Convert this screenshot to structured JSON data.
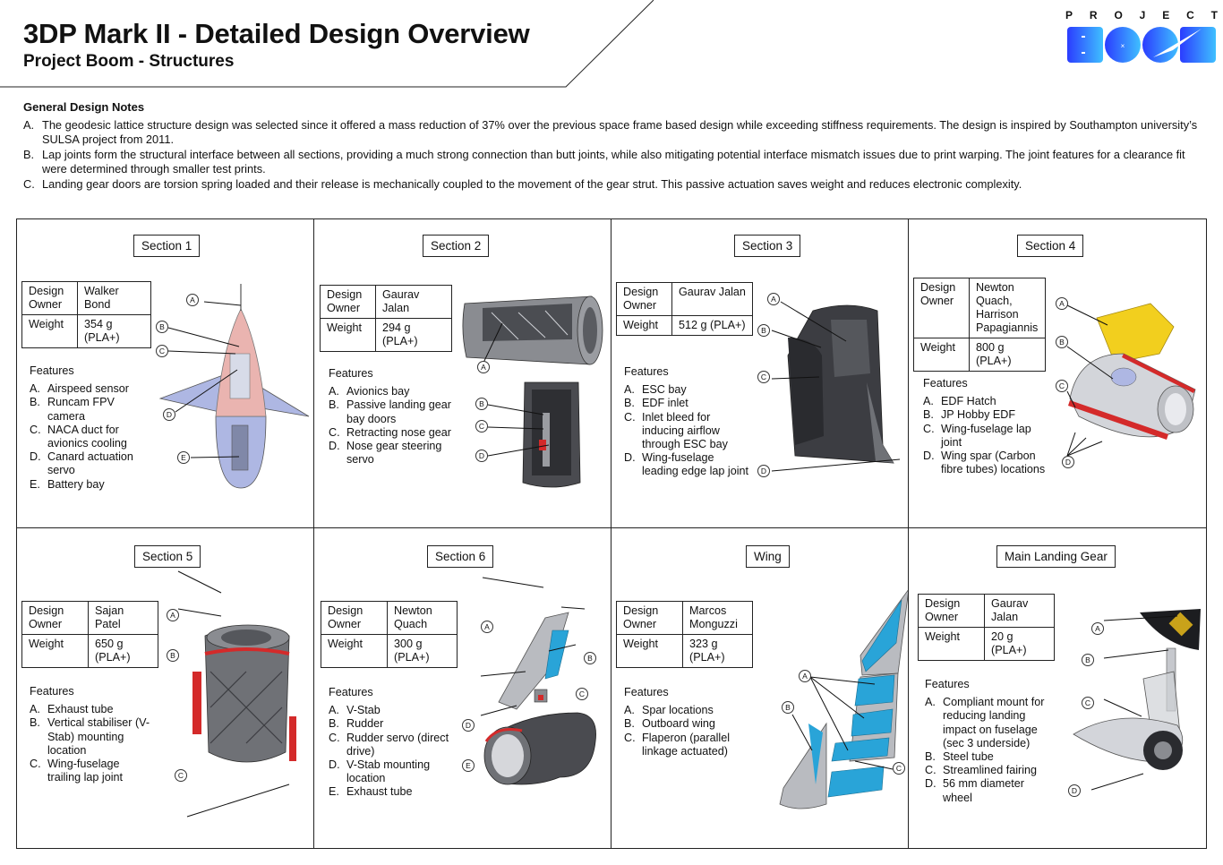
{
  "header": {
    "title": "3DP Mark II - Detailed Design Overview",
    "subtitle": "Project Boom - Structures",
    "logo_letters": [
      "P",
      "R",
      "O",
      "J",
      "E",
      "C",
      "T"
    ],
    "logo_colors": [
      "#2d4bff",
      "#2e6cff",
      "#2f8fff",
      "#3fb0ff"
    ]
  },
  "notes": {
    "heading": "General Design Notes",
    "items": [
      {
        "letter": "A.",
        "text": "The geodesic lattice structure design was selected since it offered a mass reduction of 37% over the previous space frame based design while exceeding stiffness requirements. The design is inspired by Southampton university’s SULSA project from 2011."
      },
      {
        "letter": "B.",
        "text": "Lap joints form the structural interface between all sections, providing a much strong connection than butt joints, while also mitigating potential interface mismatch issues due to print warping. The joint features for a clearance fit were determined through smaller test prints."
      },
      {
        "letter": "C.",
        "text": "Landing gear doors are torsion spring loaded and their release is mechanically coupled to the movement of the gear strut. This passive actuation saves weight and reduces electronic complexity."
      }
    ]
  },
  "labels": {
    "design_owner": "Design Owner",
    "weight": "Weight",
    "features": "Features"
  },
  "sections": [
    {
      "name": "Section 1",
      "owner": "Walker Bond",
      "weight": "354 g (PLA+)",
      "features": [
        {
          "l": "A.",
          "t": "Airspeed sensor"
        },
        {
          "l": "B.",
          "t": "Runcam FPV camera"
        },
        {
          "l": "C.",
          "t": "NACA duct for avionics cooling"
        },
        {
          "l": "D.",
          "t": "Canard actuation servo"
        },
        {
          "l": "E.",
          "t": "Battery bay"
        }
      ],
      "callouts": [
        "A",
        "B",
        "C",
        "D",
        "E"
      ]
    },
    {
      "name": "Section 2",
      "owner": "Gaurav Jalan",
      "weight": "294 g (PLA+)",
      "features": [
        {
          "l": "A.",
          "t": "Avionics bay"
        },
        {
          "l": "B.",
          "t": "Passive landing gear bay doors"
        },
        {
          "l": "C.",
          "t": "Retracting nose gear"
        },
        {
          "l": "D.",
          "t": "Nose gear steering servo"
        }
      ],
      "callouts": [
        "A",
        "B",
        "C",
        "D"
      ]
    },
    {
      "name": "Section 3",
      "owner": "Gaurav Jalan",
      "weight": "512 g (PLA+)",
      "features": [
        {
          "l": "A.",
          "t": "ESC bay"
        },
        {
          "l": "B.",
          "t": "EDF inlet"
        },
        {
          "l": "C.",
          "t": "Inlet bleed for inducing airflow through ESC bay"
        },
        {
          "l": "D.",
          "t": "Wing-fuselage leading edge lap joint"
        }
      ],
      "callouts": [
        "A",
        "B",
        "C",
        "D"
      ]
    },
    {
      "name": "Section 4",
      "owner": "Newton Quach, Harrison Papagiannis",
      "weight": "800 g (PLA+)",
      "features": [
        {
          "l": "A.",
          "t": "EDF Hatch"
        },
        {
          "l": "B.",
          "t": "JP Hobby EDF"
        },
        {
          "l": "C.",
          "t": "Wing-fuselage lap joint"
        },
        {
          "l": "D.",
          "t": "Wing spar (Carbon fibre tubes) locations"
        }
      ],
      "callouts": [
        "A",
        "B",
        "C",
        "D"
      ]
    },
    {
      "name": "Section 5",
      "owner": "Sajan Patel",
      "weight": "650 g (PLA+)",
      "features": [
        {
          "l": "A.",
          "t": "Exhaust tube"
        },
        {
          "l": "B.",
          "t": "Vertical stabiliser (V-Stab) mounting location"
        },
        {
          "l": "C.",
          "t": "Wing-fuselage trailing lap joint"
        }
      ],
      "callouts": [
        "A",
        "B",
        "C"
      ]
    },
    {
      "name": "Section 6",
      "owner": "Newton Quach",
      "weight": "300 g (PLA+)",
      "features": [
        {
          "l": "A.",
          "t": "V-Stab"
        },
        {
          "l": "B.",
          "t": "Rudder"
        },
        {
          "l": "C.",
          "t": "Rudder servo (direct drive)"
        },
        {
          "l": "D.",
          "t": "V-Stab mounting location"
        },
        {
          "l": "E.",
          "t": "Exhaust tube"
        }
      ],
      "callouts": [
        "A",
        "B",
        "C",
        "D",
        "E"
      ]
    },
    {
      "name": "Wing",
      "owner": "Marcos Monguzzi",
      "weight": "323 g (PLA+)",
      "features": [
        {
          "l": "A.",
          "t": "Spar locations"
        },
        {
          "l": "B.",
          "t": "Outboard wing"
        },
        {
          "l": "C.",
          "t": "Flaperon (parallel linkage actuated)"
        }
      ],
      "callouts": [
        "A",
        "B",
        "C"
      ]
    },
    {
      "name": "Main Landing Gear",
      "owner": "Gaurav Jalan",
      "weight": "20 g (PLA+)",
      "features": [
        {
          "l": "A.",
          "t": "Compliant mount for reducing landing impact on fuselage (sec 3 underside)"
        },
        {
          "l": "B.",
          "t": "Steel tube"
        },
        {
          "l": "C.",
          "t": "Streamlined fairing"
        },
        {
          "l": "D.",
          "t": "56 mm diameter wheel"
        }
      ],
      "callouts": [
        "A",
        "B",
        "C",
        "D"
      ]
    }
  ],
  "colors": {
    "pink": "#eab4b0",
    "lilac": "#aeb7e3",
    "gray": "#6f7176",
    "dark": "#3c3d42",
    "yellow": "#f2cf1e",
    "red": "#d42a2a",
    "cyan": "#29a4d8"
  }
}
